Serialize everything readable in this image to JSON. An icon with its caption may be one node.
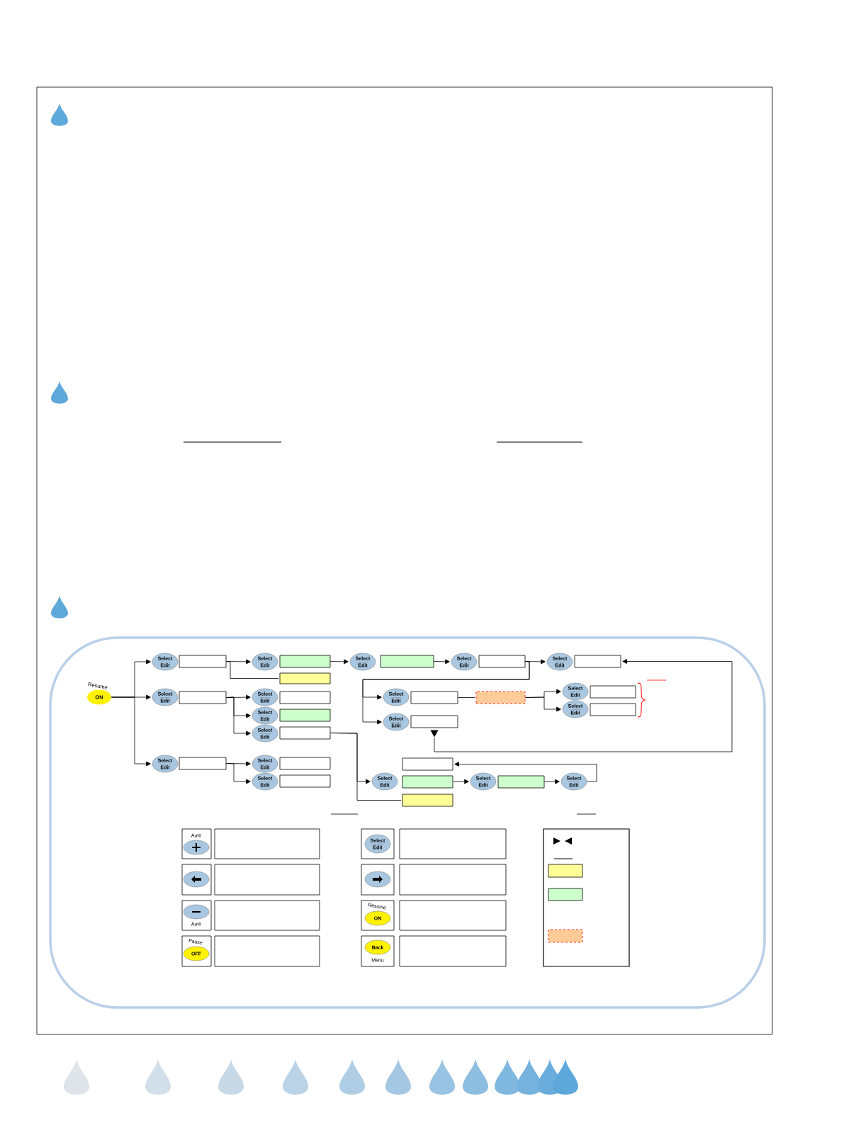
{
  "diagram": {
    "nodes": [
      {
        "text": [
          "Resume",
          "ON"
        ]
      },
      {
        "text": [
          "Select",
          "Edit"
        ]
      },
      {
        "text": [],
        "shape": "box"
      },
      {
        "text": [
          "Select",
          "Edit"
        ]
      },
      {
        "text": [],
        "shape": "box"
      },
      {
        "text": [],
        "shape": "box"
      },
      {
        "text": [
          "Select",
          "Edit"
        ]
      },
      {
        "text": [],
        "shape": "box"
      },
      {
        "text": [
          "Select",
          "Edit"
        ]
      },
      {
        "text": [],
        "shape": "box"
      },
      {
        "text": [
          "Select",
          "Edit"
        ]
      },
      {
        "text": [],
        "shape": "box"
      },
      {
        "text": [
          "Select",
          "Edit"
        ]
      },
      {
        "text": [],
        "shape": "box"
      },
      {
        "text": [],
        "shape": "box"
      },
      {
        "text": [
          "Select",
          "Edit"
        ]
      },
      {
        "text": [],
        "shape": "box"
      },
      {
        "text": [
          "Select",
          "Edit"
        ]
      },
      {
        "text": [],
        "shape": "box"
      },
      {
        "text": [
          "Select",
          "Edit"
        ]
      },
      {
        "text": [],
        "shape": "box"
      },
      {
        "text": [
          "Select",
          "Edit"
        ]
      },
      {
        "text": [],
        "shape": "box"
      },
      {
        "text": [
          "Select",
          "Edit"
        ]
      },
      {
        "text": [],
        "shape": "box"
      },
      {
        "text": [
          "Select",
          "Edit"
        ]
      },
      {
        "text": [],
        "shape": "box"
      },
      {
        "text": [
          "Select",
          "Edit"
        ]
      },
      {
        "text": [],
        "shape": "box"
      },
      {
        "text": [],
        "shape": "box"
      },
      {
        "text": [
          "Select",
          "Edit"
        ]
      },
      {
        "text": [],
        "shape": "box"
      },
      {
        "text": [],
        "shape": "box"
      },
      {
        "text": [
          "Select",
          "Edit"
        ]
      },
      {
        "text": [],
        "shape": "box"
      },
      {
        "text": [
          "Select",
          "Edit"
        ]
      },
      {
        "text": [
          "Select",
          "Edit"
        ]
      },
      {
        "text": [],
        "shape": "box"
      },
      {
        "text": [
          "Select",
          "Edit"
        ]
      },
      {
        "text": [],
        "shape": "box"
      },
      {
        "text": [
          "Select",
          "Edit"
        ]
      },
      {
        "text": [],
        "shape": "box"
      },
      {
        "text": [],
        "shape": "box"
      },
      {
        "text": [],
        "shape": "box"
      },
      {
        "text": [],
        "shape": "box"
      },
      {
        "text": [],
        "shape": "box"
      },
      {
        "text": [],
        "shape": "box"
      },
      {
        "text": [],
        "shape": "box"
      },
      {
        "text": [],
        "shape": "box"
      },
      {
        "text": [],
        "shape": "box"
      }
    ],
    "edges": [
      {
        "from": 0,
        "to": 1,
        "arrow": "to"
      },
      {
        "from": 0,
        "to": 21,
        "arrow": "to"
      },
      {
        "from": 0,
        "to": 36,
        "arrow": "to"
      },
      {
        "from": 2,
        "to": 3,
        "arrow": "to"
      },
      {
        "from": 2,
        "to": 5,
        "arrow": "none"
      },
      {
        "from": 4,
        "to": 6,
        "arrow": "to"
      },
      {
        "from": 7,
        "to": 8,
        "arrow": "to"
      },
      {
        "from": 9,
        "to": 10,
        "arrow": "to"
      },
      {
        "from": 9,
        "to": 12,
        "arrow": "to"
      },
      {
        "from": 9,
        "to": 19,
        "arrow": "to"
      },
      {
        "from": 13,
        "to": 14,
        "arrow": "none"
      },
      {
        "from": 14,
        "to": 15,
        "arrow": "to"
      },
      {
        "from": 14,
        "to": 17,
        "arrow": "to"
      },
      {
        "from": 20,
        "to": 11,
        "arrow": "to"
      },
      {
        "from": 22,
        "to": 23,
        "arrow": "to"
      },
      {
        "from": 22,
        "to": 25,
        "arrow": "to"
      },
      {
        "from": 22,
        "to": 27,
        "arrow": "to"
      },
      {
        "from": 28,
        "to": 30,
        "arrow": "to"
      },
      {
        "from": 28,
        "to": 32,
        "arrow": "none"
      },
      {
        "from": 31,
        "to": 33,
        "arrow": "to"
      },
      {
        "from": 34,
        "to": 35,
        "arrow": "to"
      },
      {
        "from": 35,
        "to": 29,
        "arrow": "to"
      },
      {
        "from": 37,
        "to": 38,
        "arrow": "to"
      },
      {
        "from": 37,
        "to": 40,
        "arrow": "to"
      }
    ],
    "labels": [
      "Auto",
      "Select",
      "Edit",
      "Auto",
      "Resume",
      "ON",
      "Pause",
      "OFF",
      "Back",
      "Menu"
    ]
  }
}
